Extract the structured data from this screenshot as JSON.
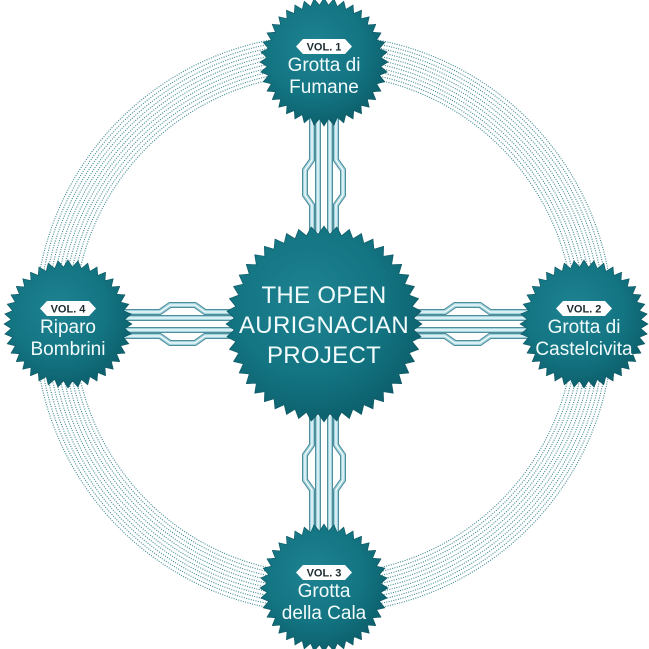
{
  "diagram": {
    "title_lines": [
      "THE OPEN",
      "AURIGNACIAN",
      "PROJECT"
    ],
    "colors": {
      "node_fill": "#137482",
      "node_dark": "#0b5560",
      "node_light": "#2a8e9b",
      "ring_dots": "#3a8792",
      "connector_light": "#9fd3de",
      "connector_dark": "#4f8e9a",
      "badge_fill": "#ffffff",
      "text": "#f2fbfc"
    },
    "volumes": [
      {
        "id": "vol1",
        "badge": "VOL. 1",
        "lines": [
          "Grotta di",
          "Fumane"
        ],
        "position": "top"
      },
      {
        "id": "vol2",
        "badge": "VOL. 2",
        "lines": [
          "Grotta di",
          "Castelcivita"
        ],
        "position": "right"
      },
      {
        "id": "vol3",
        "badge": "VOL. 3",
        "lines": [
          "Grotta",
          "della Cala"
        ],
        "position": "bottom"
      },
      {
        "id": "vol4",
        "badge": "VOL. 4",
        "lines": [
          "Riparo",
          "Bombrini"
        ],
        "position": "left"
      }
    ]
  }
}
